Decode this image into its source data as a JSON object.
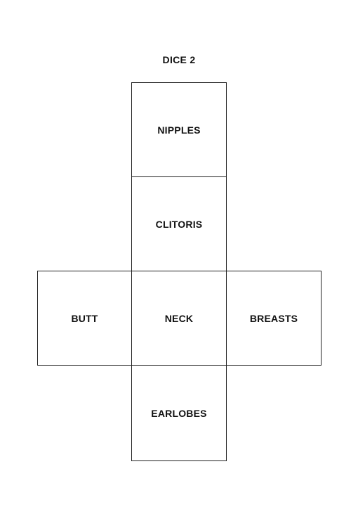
{
  "title": "DICE 2",
  "faces": {
    "top": "NIPPLES",
    "upper_middle": "CLITORIS",
    "left": "BUTT",
    "center": "NECK",
    "right": "BREASTS",
    "bottom": "EARLOBES"
  }
}
